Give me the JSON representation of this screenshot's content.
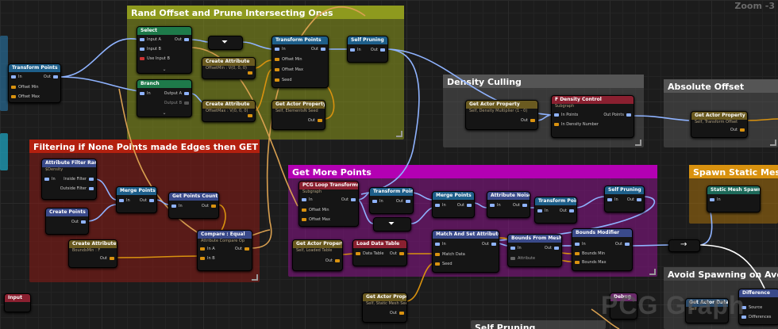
{
  "zoom_label": "Zoom -3",
  "watermark": "PCG Graph",
  "colors": {
    "comment_green": "#8e9a1e",
    "comment_red": "#b3200f",
    "comment_magenta": "#b300b3",
    "comment_gray": "#555555",
    "comment_orange": "#d9920f",
    "pin_spatial": "#8fb3ff",
    "pin_point": "#7dd3ff"
  },
  "comments": {
    "rand_offset": "Rand Offset and Prune Intersecting Ones",
    "density_culling": "Density Culling",
    "absolute_offset": "Absolute Offset",
    "filtering": "Filtering if None Points made Edges then GET cENTRE",
    "get_more_points": "Get More Points",
    "spawn_static": "Spawn Static Meshes",
    "avoid_spawning": "Avoid Spawning on AvoidME",
    "self_pruning_bottom": "Self Pruning"
  },
  "nodes": {
    "transform_points_left": {
      "title": "Transform Points",
      "pins": [
        "In",
        "Out",
        "Offset Min",
        "Offset Max"
      ]
    },
    "select": {
      "title": "Select",
      "pins": [
        "Input A",
        "Out",
        "Input B",
        "Use Input B"
      ]
    },
    "branch": {
      "title": "Branch",
      "pins": [
        "In",
        "Output A",
        "Output B"
      ]
    },
    "create_attr_1": {
      "title": "Create Attribute",
      "sub": "OffsetMin : V(0, 0, 0)"
    },
    "create_attr_2": {
      "title": "Create Attribute",
      "sub": "OffsetMax : V(0, 0, 0)"
    },
    "transform_points_top": {
      "title": "Transform Points",
      "pins": [
        "In",
        "Out",
        "Offset Min",
        "Offset Max",
        "Seed"
      ]
    },
    "self_pruning_top": {
      "title": "Self Pruning",
      "pins": [
        "In",
        "Out"
      ]
    },
    "get_actor_prop_top": {
      "title": "Get Actor Property",
      "sub": "Self, ElementsN Seed",
      "pins": [
        "Out"
      ]
    },
    "get_actor_prop_density": {
      "title": "Get Actor Property",
      "sub": "Self, Density Multiplier (1 - 0)",
      "pins": [
        "Out"
      ]
    },
    "f_density_control": {
      "title": "F Density Control",
      "sub": "Subgraph",
      "pins": [
        "In Points",
        "Out Points",
        "In Density Number"
      ]
    },
    "get_actor_prop_offset": {
      "title": "Get Actor Property",
      "sub": "Self, Transform Offset",
      "pins": [
        "Out"
      ]
    },
    "attr_filter_range": {
      "title": "Attribute Filter Range",
      "sub": "$Density",
      "pins": [
        "In",
        "Inside Filter",
        "Outside Filter"
      ]
    },
    "create_points": {
      "title": "Create Points",
      "pins": [
        "Out"
      ]
    },
    "merge_points_left": {
      "title": "Merge Points",
      "pins": [
        "In",
        "Out"
      ]
    },
    "get_points_count": {
      "title": "Get Points Count",
      "pins": [
        "In",
        "Out"
      ]
    },
    "create_attr_3": {
      "title": "Create Attribute",
      "sub": "BoundsMin : F",
      "pins": [
        "Out"
      ]
    },
    "compare_equal": {
      "title": "Compare : Equal",
      "sub": "Attribute Compare Op",
      "pins": [
        "In A",
        "Out",
        "In B"
      ]
    },
    "pcg_loop_transforms": {
      "title": "PCG Loop Transforms",
      "sub": "Subgraph",
      "pins": [
        "In",
        "Out",
        "Offset Min",
        "Offset Max"
      ]
    },
    "transform_points_mid": {
      "title": "Transform Points",
      "pins": [
        "In",
        "Out"
      ]
    },
    "merge_points_mid": {
      "title": "Merge Points",
      "pins": [
        "In",
        "Out"
      ]
    },
    "attribute_noise": {
      "title": "Attribute Noise",
      "pins": [
        "In",
        "Out"
      ]
    },
    "transform_points_right": {
      "title": "Transform Points",
      "pins": [
        "In",
        "Out"
      ]
    },
    "self_pruning_mid": {
      "title": "Self Pruning",
      "pins": [
        "In",
        "Out"
      ]
    },
    "get_actor_prop_table": {
      "title": "Get Actor Property",
      "sub": "Self, Loaded Table",
      "pins": [
        "Out"
      ]
    },
    "load_data_table": {
      "title": "Load Data Table",
      "pins": [
        "Data Table",
        "Out"
      ]
    },
    "match_and_set": {
      "title": "Match And Set Attributes",
      "pins": [
        "In",
        "Out",
        "Match Data",
        "Seed"
      ]
    },
    "bounds_from_mesh": {
      "title": "Bounds From Mesh",
      "pins": [
        "In",
        "Out",
        "Attribute"
      ]
    },
    "bounds_modifier": {
      "title": "Bounds Modifier",
      "pins": [
        "In",
        "Out",
        "Bounds Min",
        "Bounds Max"
      ]
    },
    "static_mesh_spawner": {
      "title": "Static Mesh Spawner",
      "pins": [
        "In"
      ]
    },
    "get_actor_prop_seed": {
      "title": "Get Actor Property",
      "sub": "Self, Static Mesh Seed",
      "pins": [
        "Out"
      ]
    },
    "debug": {
      "title": "Debug",
      "pins": []
    },
    "get_actor_data": {
      "title": "Get Actor Data",
      "sub": "Self",
      "pins": []
    },
    "difference": {
      "title": "Difference",
      "pins": [
        "Source",
        "Differences"
      ]
    },
    "input": {
      "title": "Input",
      "pins": []
    }
  }
}
